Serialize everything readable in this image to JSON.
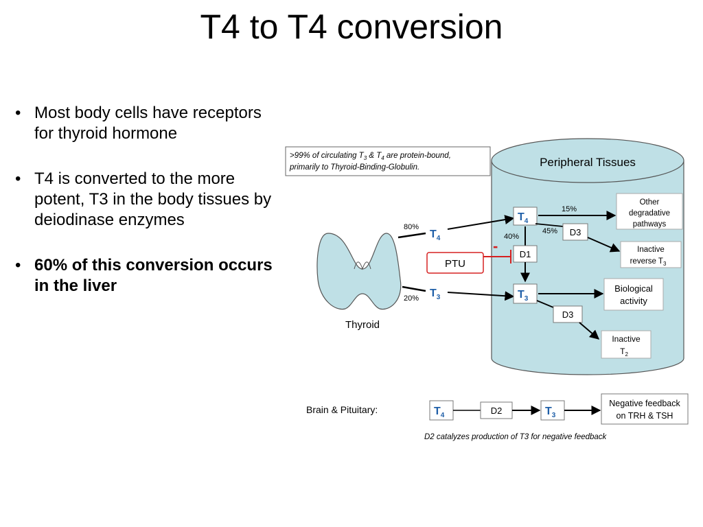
{
  "slide": {
    "title": "T4 to T4 conversion",
    "bullets": [
      {
        "text": "Most body cells have receptors for thyroid hormone",
        "bold": false
      },
      {
        "text": "T4 is converted to the more potent, T3 in the body tissues by deiodinase enzymes",
        "bold": false
      },
      {
        "text": "60% of this conversion occurs in the liver",
        "bold": true
      }
    ]
  },
  "diagram": {
    "note_line1_a": ">99% of circulating T",
    "note_line1_sub1": "3",
    "note_line1_b": " & T",
    "note_line1_sub2": "4",
    "note_line1_c": " are protein-bound,",
    "note_line2": "primarily to Thyroid-Binding-Globulin.",
    "tissue_label": "Peripheral Tissues",
    "thyroid_label": "Thyroid",
    "pct_t4": "80%",
    "pct_t3": "20%",
    "pct_d1": "40%",
    "pct_other": "15%",
    "pct_d3": "45%",
    "hormone_letter": "T",
    "sub4": "4",
    "sub3": "3",
    "sub2": "2",
    "d1_label": "D1",
    "d2_label": "D2",
    "d3_label": "D3",
    "ptu_label": "PTU",
    "inhibit_sign": "-",
    "other_line1": "Other",
    "other_line2": "degradative",
    "other_line3": "pathways",
    "rev_line1": "Inactive",
    "rev_line2": "reverse  T",
    "bio_line1": "Biological",
    "bio_line2": "activity",
    "t2_line1": "Inactive",
    "t2_line2": "T",
    "brain_label": "Brain & Pituitary:",
    "neg_line1": "Negative feedback",
    "neg_line2": "on TRH & TSH",
    "d2_note": "D2 catalyzes production of T3 for negative feedback"
  },
  "colors": {
    "tissue_fill": "#bfe0e6",
    "tissue_stroke": "#555555",
    "hormone_blue": "#1f5fa8",
    "inhibit_red": "#d62020"
  }
}
